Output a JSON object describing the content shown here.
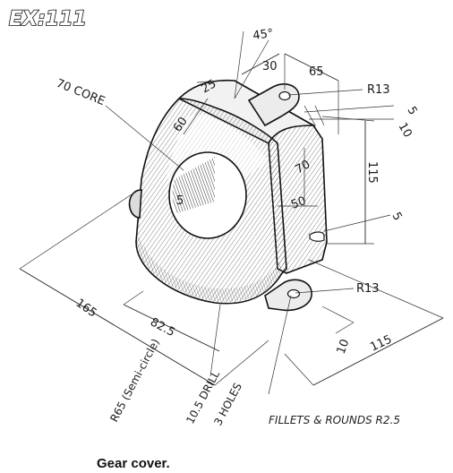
{
  "header": {
    "exercise_label": "EX:111"
  },
  "caption": "Gear cover.",
  "note": "FILLETS & ROUNDS R2.5",
  "dimensions": {
    "angle": "45°",
    "d30": "30",
    "d65": "65",
    "r13_top": "R13",
    "d5_top": "5",
    "d10_top": "10",
    "core": "70 CORE",
    "d25": "25",
    "d60": "60",
    "d5_hole": "5",
    "d115_right": "115",
    "d70": "70",
    "d50": "50",
    "d5_side": "5",
    "d165": "165",
    "d82_5": "82.5",
    "r13_bottom": "R13",
    "d10_bottom": "10",
    "d115_bottom": "115",
    "r65": "R65 (Semi-circle)",
    "drill": "10.5 DRILL",
    "holes": "3 HOLES"
  }
}
